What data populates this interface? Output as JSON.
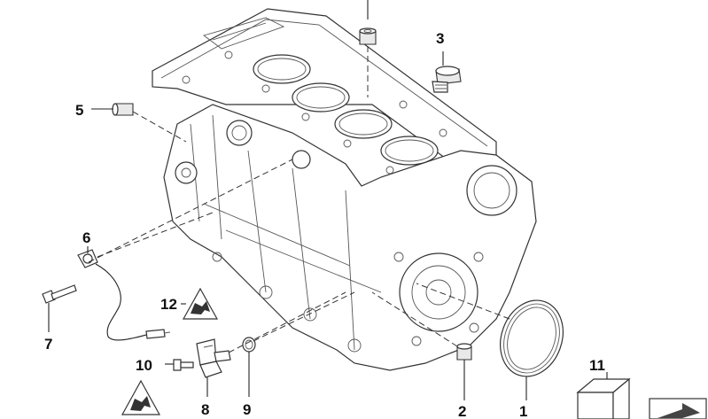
{
  "diagram": {
    "callouts": [
      {
        "id": "1",
        "label": "1"
      },
      {
        "id": "2",
        "label": "2"
      },
      {
        "id": "3",
        "label": "3"
      },
      {
        "id": "5",
        "label": "5"
      },
      {
        "id": "6",
        "label": "6"
      },
      {
        "id": "7",
        "label": "7"
      },
      {
        "id": "8",
        "label": "8"
      },
      {
        "id": "9",
        "label": "9"
      },
      {
        "id": "10",
        "label": "10"
      },
      {
        "id": "11",
        "label": "11"
      },
      {
        "id": "12",
        "label": "12"
      }
    ]
  }
}
